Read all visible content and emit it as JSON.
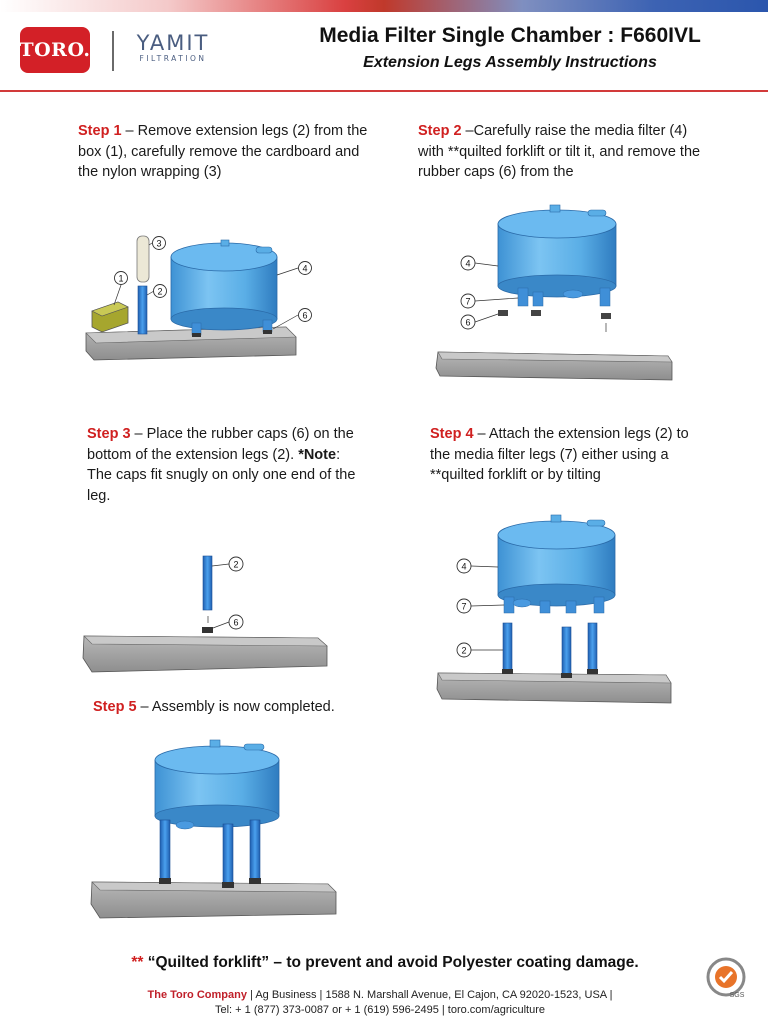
{
  "header": {
    "toro_logo": "TORO.",
    "yamit_logo": "YAMIT",
    "yamit_sub": "FILTRATION",
    "title": "Media Filter Single Chamber : F660IVL",
    "subtitle": "Extension Legs Assembly Instructions"
  },
  "steps": [
    {
      "label": "Step  1",
      "text": " – Remove extension legs (2) from the box (1), carefully remove the cardboard and the nylon wrapping (3)"
    },
    {
      "label": "Step 2",
      "text": " –Carefully raise the media filter (4) with  **quilted forklift or tilt it, and remove the rubber caps (6) from the"
    },
    {
      "label": "Step 3",
      "text": " – Place the rubber caps (6) on the bottom of the extension legs (2).",
      "note_label": "*Note",
      "note_text": ": The caps fit snugly on only one end of the leg."
    },
    {
      "label": "Step 4",
      "text": " – Attach the extension legs (2) to the media filter legs (7) either using a **quilted forklift or by tilting"
    },
    {
      "label": "Step 5",
      "text": " – Assembly is now completed."
    }
  ],
  "callouts": {
    "fig1": [
      "1",
      "2",
      "3",
      "4",
      "6"
    ],
    "fig2": [
      "4",
      "7",
      "6"
    ],
    "fig3": [
      "2",
      "6"
    ],
    "fig4": [
      "4",
      "7",
      "2"
    ]
  },
  "note": {
    "stars": "**",
    "text": " “Quilted forklift” – to prevent and avoid  Polyester coating damage."
  },
  "footer": {
    "company": "The Toro Company",
    "line1_rest": "  |  Ag Business  |  1588 N. Marshall Avenue, El Cajon, CA 92020-1523, USA  |",
    "line2": "Tel: + 1 (877) 373-0087 or + 1 (619) 596-2495  |  toro.com/agriculture"
  },
  "cert": {
    "label": "SGS"
  },
  "colors": {
    "accent_red": "#d02020",
    "tank_blue": "#5aaee6",
    "leg_blue": "#2f7fd6",
    "base_gray": "#9a9a9a"
  }
}
